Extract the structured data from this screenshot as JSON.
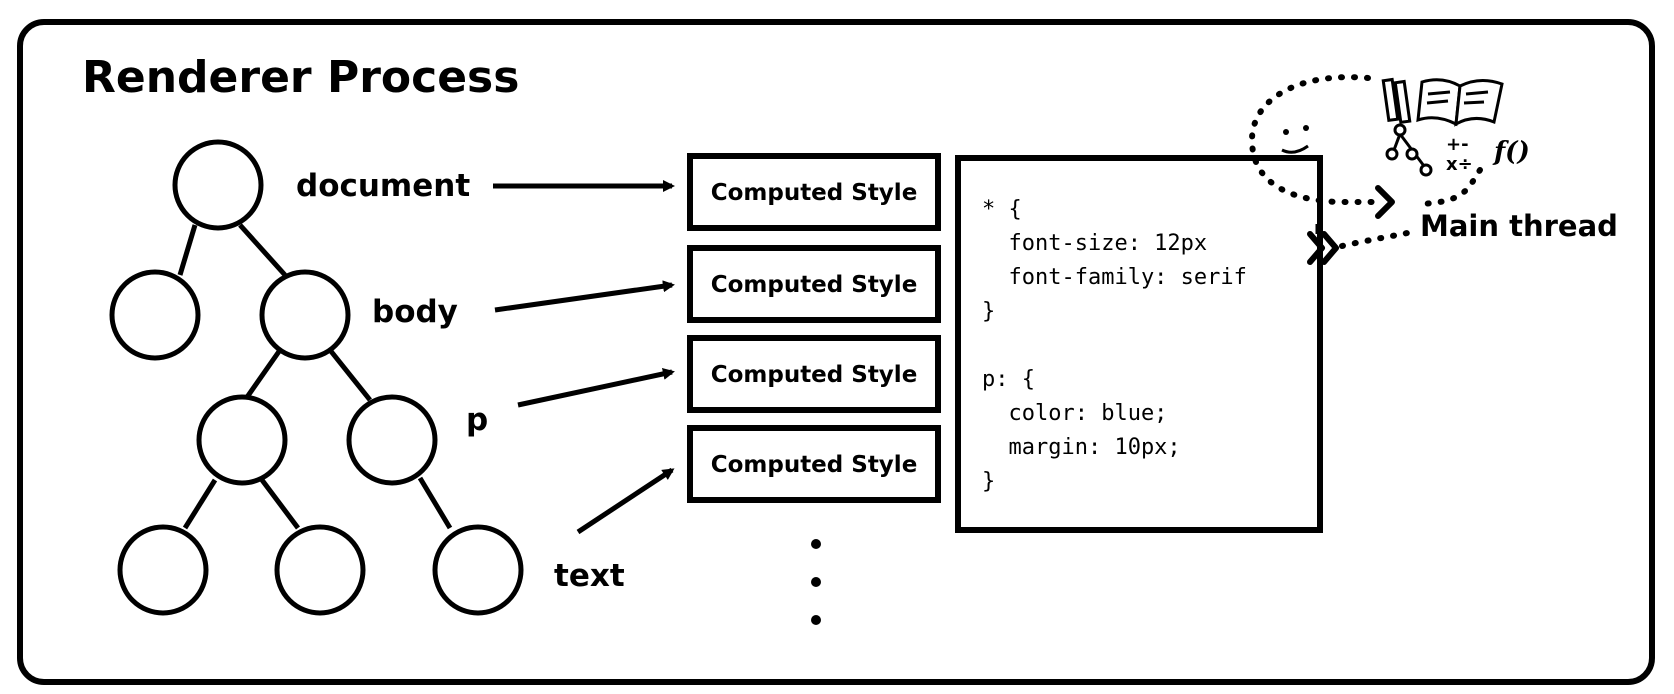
{
  "title": "Renderer Process",
  "dom_tree": {
    "labels": {
      "document": "document",
      "body": "body",
      "p": "p",
      "text": "text"
    }
  },
  "computed_style_boxes": [
    "Computed Style",
    "Computed Style",
    "Computed Style",
    "Computed Style"
  ],
  "css_code": {
    "lines": [
      "* {",
      "  font-size: 12px",
      "  font-family: serif",
      "}",
      "",
      "p: {",
      "  color: blue;",
      "  margin: 10px;",
      "}"
    ]
  },
  "main_thread": {
    "label": "Main thread",
    "function_glyph": "f()",
    "math_glyph_top": "+-",
    "math_glyph_bottom": "x÷"
  }
}
